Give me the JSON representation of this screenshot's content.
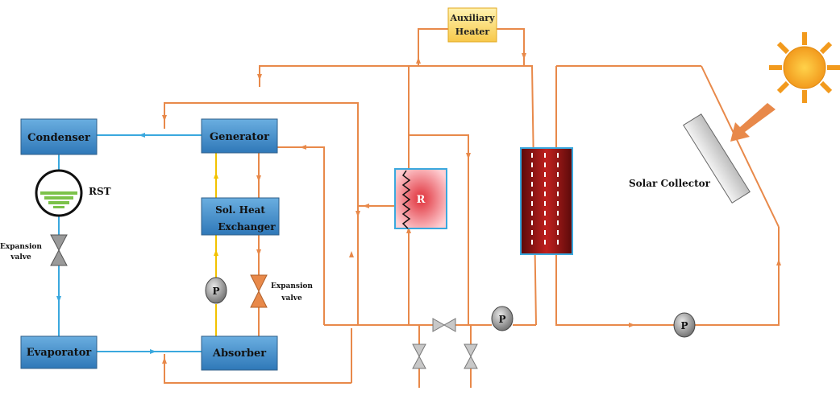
{
  "components": {
    "condenser": "Condenser",
    "generator": "Generator",
    "evaporator": "Evaporator",
    "absorber": "Absorber",
    "shx_line1": "Sol. Heat",
    "shx_line2": "Exchanger",
    "rst": "RST",
    "aux_line1": "Auxiliary",
    "aux_line2": "Heater",
    "reactor": "R",
    "solar_collector": "Solar Collector",
    "pump": "P"
  },
  "labels": {
    "expansion_valve_line1": "Expansion",
    "expansion_valve_line2": "valve"
  },
  "colors": {
    "box_fill": "#4f97d0",
    "hot_pipe": "#e8894a",
    "refrigerant_pipe": "#3aa8de",
    "solution_pipe": "#f2c200",
    "sun": "#fbb03b"
  }
}
